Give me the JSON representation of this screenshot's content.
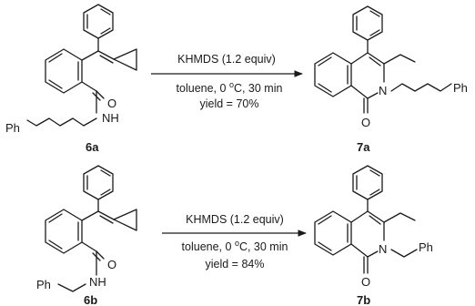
{
  "reactions": [
    {
      "substrate_label": "6a",
      "product_label": "7a",
      "substrate_groups": {
        "amide_o": "O",
        "amide_nh": "NH",
        "n_substituent": "Ph"
      },
      "product_groups": {
        "carbonyl_o": "O",
        "ring_n": "N",
        "n_substituent": "Ph"
      },
      "reagent": "KHMDS (1.2 equiv)",
      "conditions": {
        "solvent": "toluene, 0 ",
        "temp_sup": "o",
        "rest": "C, 30 min"
      },
      "yield": "yield = 70%"
    },
    {
      "substrate_label": "6b",
      "product_label": "7b",
      "substrate_groups": {
        "amide_o": "O",
        "amide_nh": "NH",
        "n_substituent": "Ph"
      },
      "product_groups": {
        "carbonyl_o": "O",
        "ring_n": "N",
        "n_substituent": "Ph"
      },
      "reagent": "KHMDS (1.2 equiv)",
      "conditions": {
        "solvent": "toluene, 0 ",
        "temp_sup": "o",
        "rest": "C, 30 min"
      },
      "yield": "yield = 84%"
    }
  ]
}
